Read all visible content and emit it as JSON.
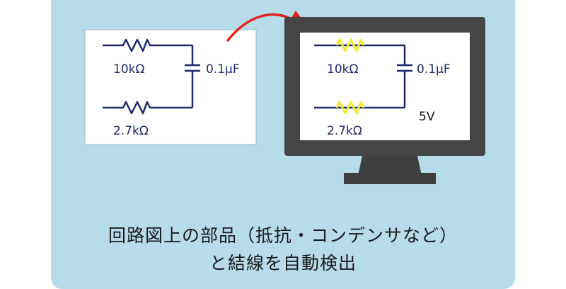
{
  "left_circuit": {
    "resistor_top_label": "10kΩ",
    "resistor_bottom_label": "2.7kΩ",
    "capacitor_label": "0.1μF"
  },
  "monitor_circuit": {
    "resistor_top_label": "10kΩ",
    "resistor_bottom_label": "2.7kΩ",
    "capacitor_label": "0.1μF",
    "voltage_label": "5V",
    "highlight_color": "#f2ea2b"
  },
  "colors": {
    "background": "#b6dcea",
    "wire": "#1c2a6b",
    "arrow": "#e3241b",
    "monitor_frame": "#454545"
  },
  "caption": {
    "line1": "回路図上の部品（抵抗・コンデンサなど）",
    "line2": "と結線を自動検出"
  }
}
